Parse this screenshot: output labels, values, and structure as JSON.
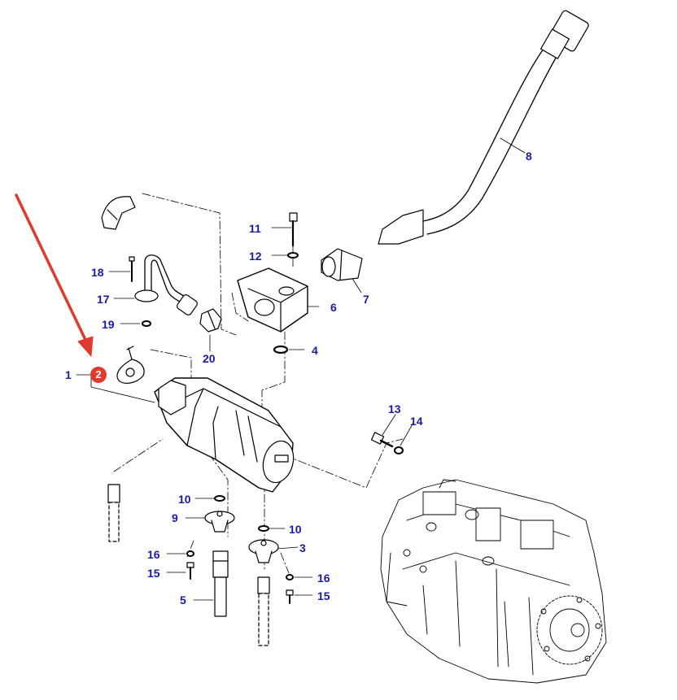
{
  "callouts": {
    "c1": "1",
    "c2": "2",
    "c3": "3",
    "c4": "4",
    "c5": "5",
    "c6": "6",
    "c7": "7",
    "c8": "8",
    "c9": "9",
    "c10a": "10",
    "c10b": "10",
    "c11": "11",
    "c12": "12",
    "c13": "13",
    "c14": "14",
    "c15a": "15",
    "c15b": "15",
    "c16a": "16",
    "c16b": "16",
    "c17": "17",
    "c18": "18",
    "c19": "19",
    "c20": "20"
  },
  "colors": {
    "callout_text": "#1a1aa8",
    "highlight_arrow": "#e03a2e",
    "badge": "#e03a2e",
    "line_art": "#000000"
  }
}
